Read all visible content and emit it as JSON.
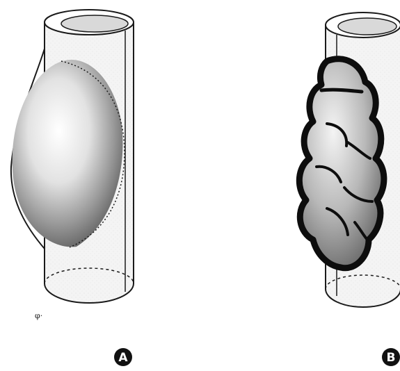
{
  "figure": {
    "panels": [
      {
        "id": "A",
        "label": "A",
        "subject": "saccular-aneurysm"
      },
      {
        "id": "B",
        "label": "B",
        "subject": "fusiform-lobulated-aneurysm"
      }
    ],
    "stray_mark": "φ·"
  },
  "colors": {
    "outline": "#1a1a1a",
    "vessel_fill": "#f2f2f2",
    "vessel_top": "#d9d9d9",
    "sac_light": "#ffffff",
    "sac_dark": "#6e6e6e",
    "badge": "#111111"
  }
}
